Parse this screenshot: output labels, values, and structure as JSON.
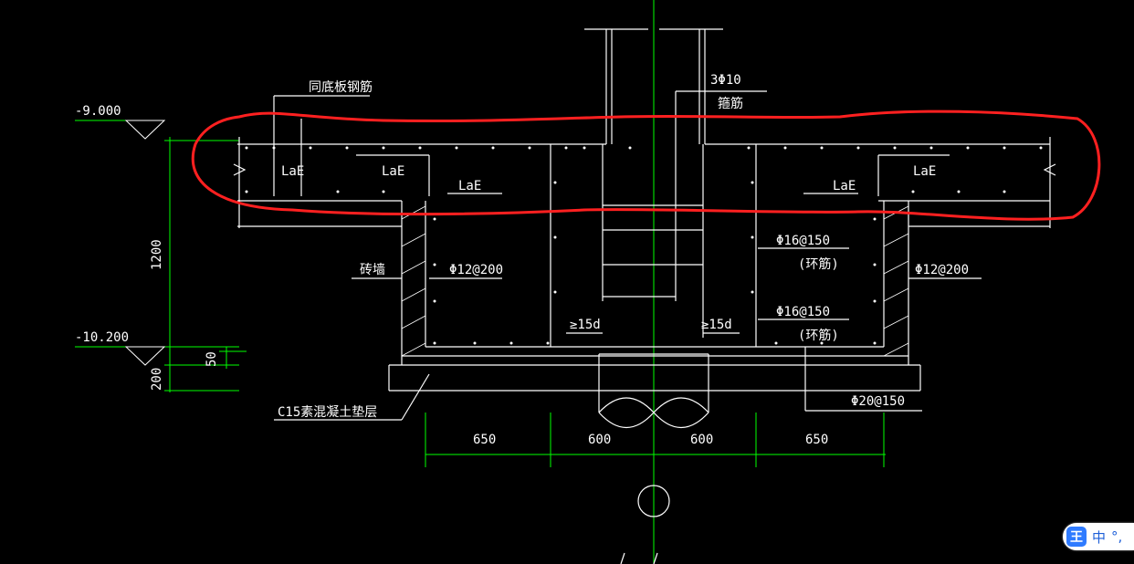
{
  "labels": {
    "elev_top": "-9.000",
    "elev_bottom": "-10.200",
    "dim_height": "1200",
    "dim_50": "50",
    "dim_200": "200",
    "bottom_rebar": "同底板钢筋",
    "column_bars": "3Φ10",
    "stirrup": "箍筋",
    "lae": "LaE",
    "brick_wall": "砖墙",
    "rebar_12": "Φ12@200",
    "rebar_16": "Φ16@150",
    "ring": "(环筋)",
    "ge15d": "≥15d",
    "rebar_20": "Φ20@150",
    "cushion": "C15素混凝土垫层",
    "dim_650": "650",
    "dim_600": "600"
  },
  "colors": {
    "background": "#000000",
    "lines": "#ffffff",
    "dimensions": "#00ff00",
    "highlight": "#ff2020"
  },
  "ime": {
    "chinese": "中",
    "punct": "°,"
  }
}
